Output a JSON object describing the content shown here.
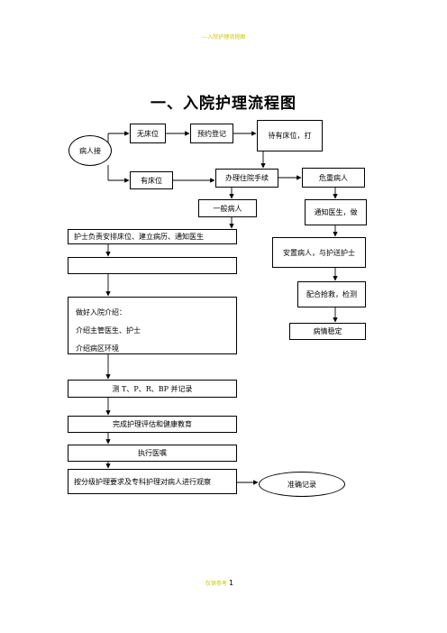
{
  "header": {
    "text": "---入院护理流程图"
  },
  "title": "一、入院护理流程图",
  "nodes": {
    "patient_receive": "病人接",
    "no_bed": "无床位",
    "appointment_register": "预约登记",
    "wait_bed": "待有床位，打",
    "has_bed": "有床位",
    "admission_procedure": "办理住院手续",
    "critical_patient": "危重病人",
    "general_patient": "一般病人",
    "notify_doctor": "通知医生，做",
    "nurse_arrange": "护士负责安排床位、建立病历、通知医生",
    "blank_box": "",
    "settle_patient": "安置病人，与护送护士",
    "intro_lines": [
      "做好入院介绍：",
      "介绍主管医生、护士",
      "介绍病区环境"
    ],
    "assist_rescue": "配合抢救，检测",
    "condition_stable": "病情稳定",
    "measure_vitals": "测 T、P、R、BP 并记录",
    "nursing_assessment": "完成护理评估和健康教育",
    "execute_orders": "执行医嘱",
    "graded_care": "按分级护理要求及专科护理对病人进行观察",
    "accurate_record": "准确记录"
  },
  "footer": {
    "label": "仅供参考",
    "page": "1"
  }
}
